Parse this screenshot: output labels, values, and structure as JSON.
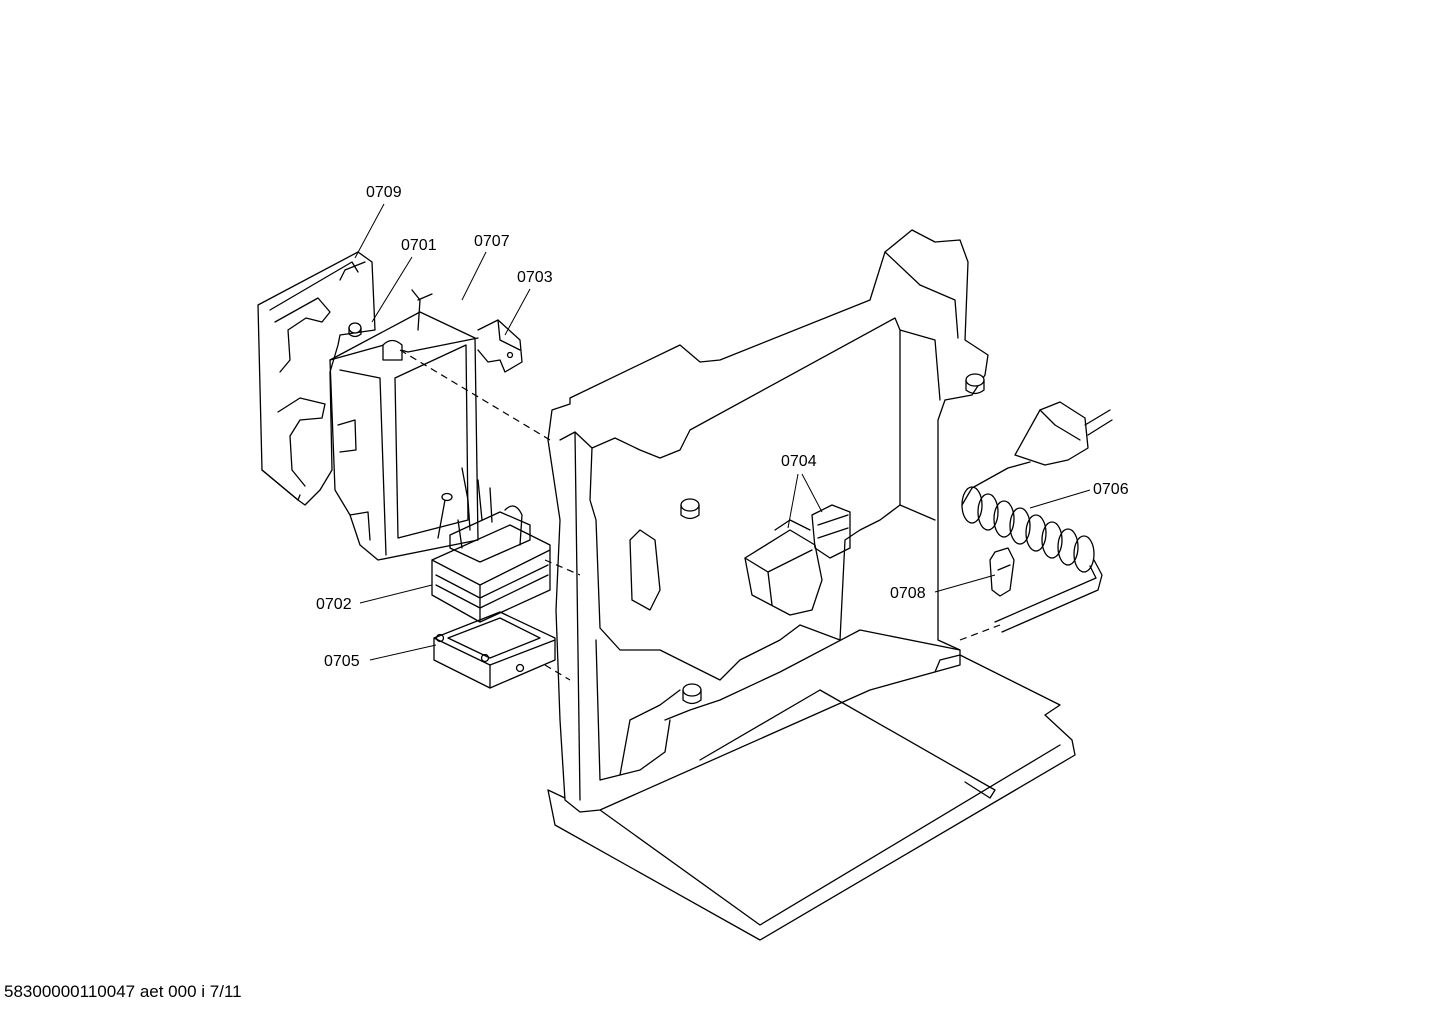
{
  "diagram": {
    "parts": [
      {
        "id": "0709",
        "label": "0709"
      },
      {
        "id": "0701",
        "label": "0701"
      },
      {
        "id": "0707",
        "label": "0707"
      },
      {
        "id": "0703",
        "label": "0703"
      },
      {
        "id": "0704",
        "label": "0704"
      },
      {
        "id": "0706",
        "label": "0706"
      },
      {
        "id": "0708",
        "label": "0708"
      },
      {
        "id": "0702",
        "label": "0702"
      },
      {
        "id": "0705",
        "label": "0705"
      }
    ]
  },
  "footer": {
    "text": "58300000110047 aet 000 i 7/11"
  }
}
